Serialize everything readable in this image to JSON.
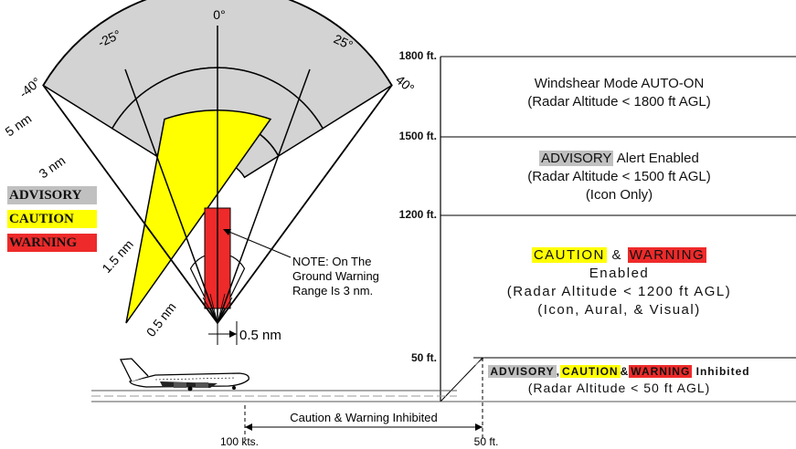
{
  "colors": {
    "advisory": "#c0c0c0",
    "caution": "#ffff00",
    "warning": "#ee2a2a",
    "sector_gray": "#d3d3d3"
  },
  "radar": {
    "angle_labels": [
      "0°",
      "-25°",
      "25°",
      "-40°",
      "40°"
    ],
    "range_labels": [
      "5 nm",
      "3 nm",
      "1.5 nm",
      "0.5 nm"
    ],
    "half_nm_label": "0.5 nm",
    "note_lines": [
      "NOTE: On The",
      "Ground Warning",
      "Range Is 3 nm."
    ]
  },
  "legend": {
    "advisory": "ADVISORY",
    "caution": "CAUTION",
    "warning": "WARNING"
  },
  "altitudes": {
    "ft1800": "1800 ft.",
    "ft1500": "1500 ft.",
    "ft1200": "1200 ft.",
    "ft50": "50 ft."
  },
  "zones": {
    "auto_on": {
      "line1": "Windshear Mode AUTO-ON",
      "line2": "(Radar Altitude < 1800 ft AGL)"
    },
    "advisory": {
      "tag": "ADVISORY",
      "line1_rest": " Alert Enabled",
      "line2": "(Radar Altitude < 1500 ft AGL)",
      "line3": "(Icon Only)"
    },
    "caution_warning": {
      "caution": "CAUTION",
      "amp": "&",
      "warning": "WARNING",
      "enabled": "Enabled",
      "line3": "(Radar Altitude < 1200 ft AGL)",
      "line4": "(Icon, Aural, & Visual)"
    },
    "inhibited": {
      "advisory": "ADVISORY",
      "comma": ",",
      "caution": "CAUTION",
      "amp": "&",
      "warning": "WARNING",
      "rest": "Inhibited",
      "line2": "(Radar Altitude < 50 ft AGL)"
    }
  },
  "ground": {
    "inhibit_label": "Caution & Warning Inhibited",
    "speed_label": "100 kts.",
    "height_label": "50 ft."
  }
}
